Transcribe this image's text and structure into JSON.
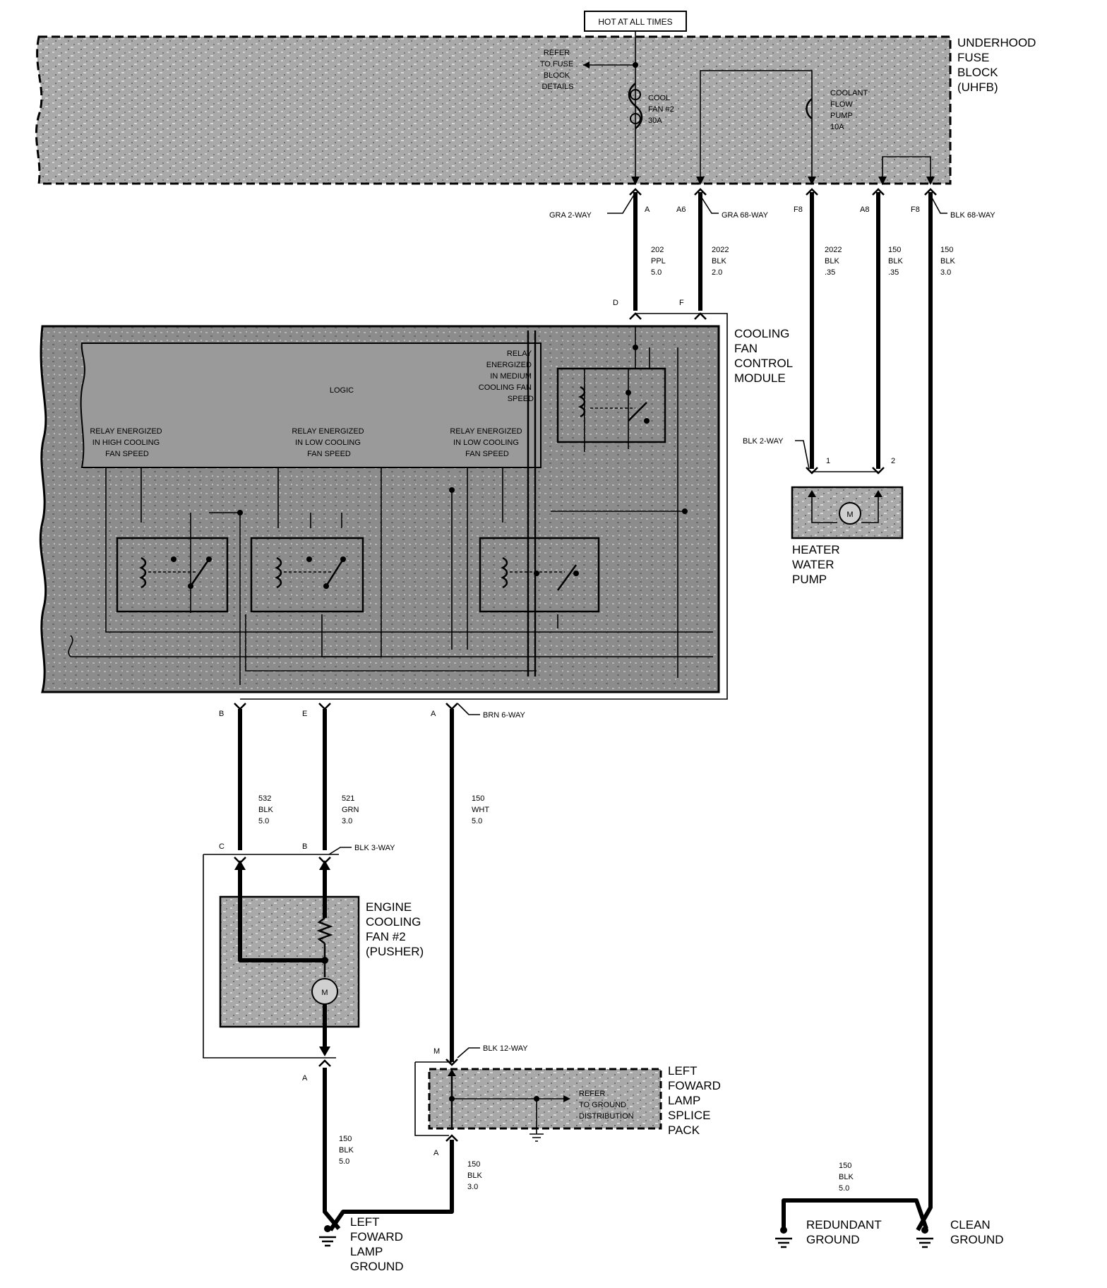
{
  "hot_label": "HOT AT ALL TIMES",
  "uhfb": {
    "name_lines": [
      "UNDERHOOD",
      "FUSE",
      "BLOCK",
      "(UHFB)"
    ],
    "refer_lines": [
      "REFER",
      "TO FUSE",
      "BLOCK",
      "DETAILS"
    ],
    "fuse1_lines": [
      "COOL",
      "FAN #2",
      "30A"
    ],
    "fuse2_lines": [
      "COOLANT",
      "FLOW",
      "PUMP",
      "10A"
    ]
  },
  "top_connectors": {
    "gra2": "GRA 2-WAY",
    "gra68": "GRA 68-WAY",
    "blk68": "BLK 68-WAY",
    "pins": [
      "A",
      "A6",
      "F8",
      "A8",
      "F8"
    ]
  },
  "wires_top": [
    [
      "202",
      "PPL",
      "5.0"
    ],
    [
      "2022",
      "BLK",
      "2.0"
    ],
    [
      "2022",
      "BLK",
      ".35"
    ],
    [
      "150",
      "BLK",
      ".35"
    ],
    [
      "150",
      "BLK",
      "3.0"
    ]
  ],
  "cfcm": {
    "pins_top": [
      "D",
      "F"
    ],
    "name_lines": [
      "COOLING",
      "FAN",
      "CONTROL",
      "MODULE"
    ],
    "logic": "LOGIC",
    "relay_medium_lines": [
      "RELAY",
      "ENERGIZED",
      "IN MEDIUM",
      "COOLING FAN",
      "SPEED"
    ],
    "relay_high_lines": [
      "RELAY ENERGIZED",
      "IN HIGH COOLING",
      "FAN SPEED"
    ],
    "relay_low1_lines": [
      "RELAY ENERGIZED",
      "IN LOW COOLING",
      "FAN SPEED"
    ],
    "relay_low2_lines": [
      "RELAY ENERGIZED",
      "IN LOW COOLING",
      "FAN SPEED"
    ],
    "pins_bottom": [
      "B",
      "E",
      "A"
    ],
    "connector": "BRN 6-WAY"
  },
  "heater": {
    "connector": "BLK 2-WAY",
    "pins": [
      "1",
      "2"
    ],
    "motor": "M",
    "name_lines": [
      "HEATER",
      "WATER",
      "PUMP"
    ]
  },
  "wires_mid": [
    [
      "532",
      "BLK",
      "5.0"
    ],
    [
      "521",
      "GRN",
      "3.0"
    ],
    [
      "150",
      "WHT",
      "5.0"
    ]
  ],
  "fan": {
    "connector": "BLK 3-WAY",
    "pins_top": [
      "C",
      "B"
    ],
    "pin_bottom": "A",
    "motor": "M",
    "name_lines": [
      "ENGINE",
      "COOLING",
      "FAN #2",
      "(PUSHER)"
    ]
  },
  "splice": {
    "connector": "BLK 12-WAY",
    "pin_top": "M",
    "pin_bottom": "A",
    "refer_lines": [
      "REFER",
      "TO GROUND",
      "DISTRIBUTION"
    ],
    "name_lines": [
      "LEFT",
      "FOWARD",
      "LAMP",
      "SPLICE",
      "PACK"
    ]
  },
  "wires_bottom": [
    [
      "150",
      "BLK",
      "5.0"
    ],
    [
      "150",
      "BLK",
      "3.0"
    ],
    [
      "150",
      "BLK",
      "5.0"
    ]
  ],
  "grounds": {
    "left_lines": [
      "LEFT",
      "FOWARD",
      "LAMP",
      "GROUND"
    ],
    "redundant_lines": [
      "REDUNDANT",
      "GROUND"
    ],
    "clean_lines": [
      "CLEAN",
      "GROUND"
    ]
  }
}
